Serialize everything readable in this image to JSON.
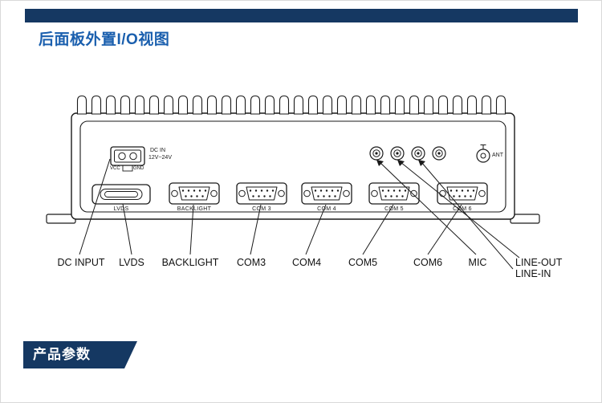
{
  "header": {
    "title": "后面板外置I/O视图"
  },
  "panel": {
    "dc_in": {
      "line1": "DC IN",
      "line2": "12V~24V",
      "vcc": "VCC",
      "gnd": "GND"
    },
    "connector_labels": [
      "LVDS",
      "BACKLIGHT",
      "COM 3",
      "COM 4",
      "COM 5",
      "COM 6"
    ],
    "ant_label": "ANT"
  },
  "callouts": {
    "labels": [
      "DC INPUT",
      "LVDS",
      "BACKLIGHT",
      "COM3",
      "COM4",
      "COM5",
      "COM6",
      "MIC",
      "LINE-OUT",
      "LINE-IN"
    ]
  },
  "footer": {
    "banner": "产品参数"
  },
  "colors": {
    "navy": "#153862",
    "title_blue": "#1a5fae",
    "line": "#1a1a1a"
  }
}
